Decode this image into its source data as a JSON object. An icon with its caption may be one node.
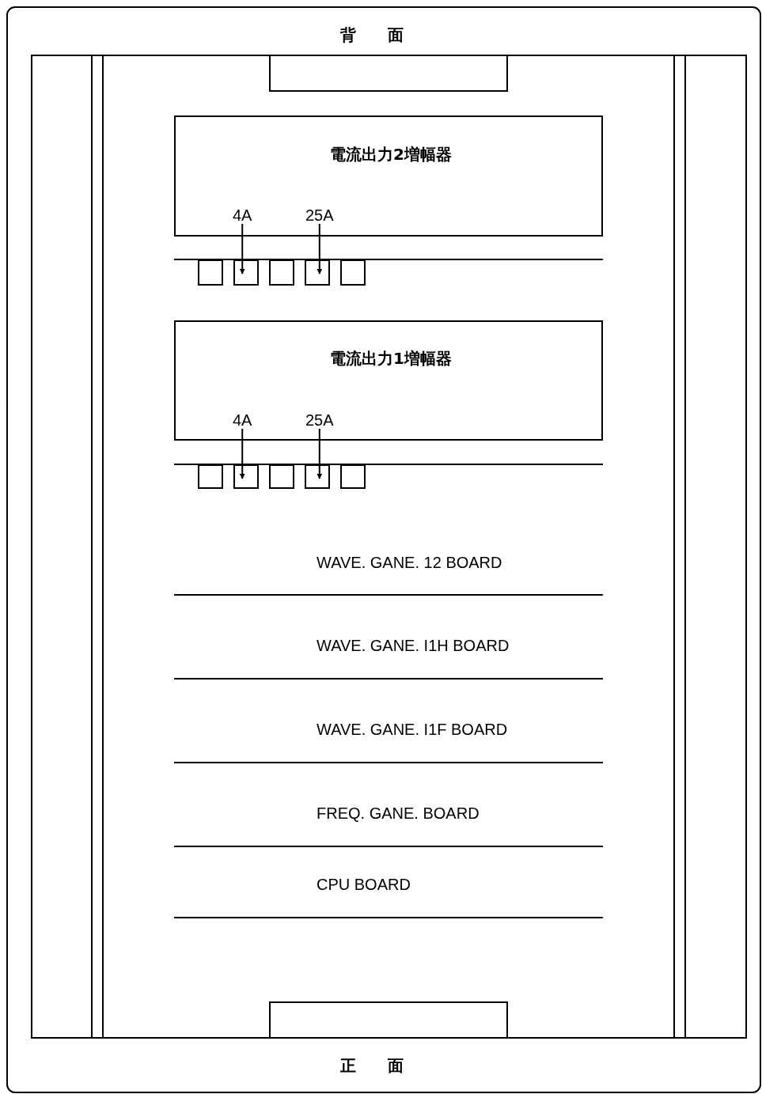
{
  "diagram": {
    "nodes": [
      {
        "text": [
          "電流出力2増幅器"
        ]
      },
      {
        "text": [
          "4A"
        ],
        "in": 0
      },
      {
        "text": [
          "25A"
        ],
        "in": 0
      },
      {
        "text": [],
        "shape": "box"
      },
      {
        "text": [],
        "shape": "box"
      },
      {
        "text": [],
        "shape": "box"
      },
      {
        "text": [],
        "shape": "box"
      },
      {
        "text": [],
        "shape": "box"
      },
      {
        "text": [
          "電流出力1増幅器"
        ]
      },
      {
        "text": [
          "4A"
        ],
        "in": 8
      },
      {
        "text": [
          "25A"
        ],
        "in": 8
      },
      {
        "text": [],
        "shape": "box"
      },
      {
        "text": [],
        "shape": "box"
      },
      {
        "text": [],
        "shape": "box"
      },
      {
        "text": [],
        "shape": "box"
      },
      {
        "text": [],
        "shape": "box"
      }
    ],
    "edges": [
      {
        "from": 1,
        "to": 4,
        "arrow": "to"
      },
      {
        "from": 2,
        "to": 6,
        "arrow": "to"
      },
      {
        "from": 9,
        "to": 12,
        "arrow": "to"
      },
      {
        "from": 10,
        "to": 14,
        "arrow": "to"
      }
    ],
    "labels": [
      "背面",
      "WAVE. GANE. 12 BOARD",
      "WAVE. GANE. I1H BOARD",
      "WAVE. GANE. I1F BOARD",
      "FREQ. GANE. BOARD",
      "CPU BOARD",
      "正面"
    ]
  }
}
